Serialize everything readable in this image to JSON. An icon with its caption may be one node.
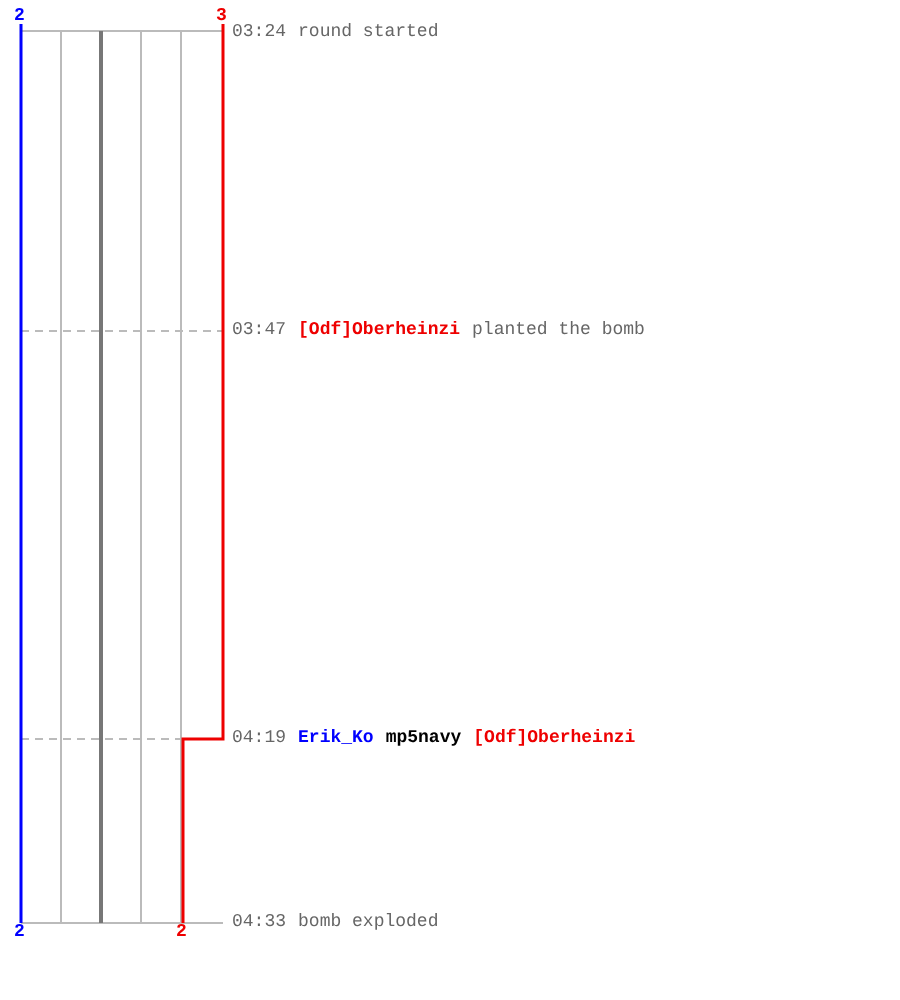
{
  "diagram": {
    "labels": [
      "2",
      "3",
      "03:24",
      "round started",
      "03:47",
      "[Odf]Oberheinzi",
      "planted the bomb",
      "04:19",
      "Erik_Ko",
      "mp5navy",
      "[Odf]Oberheinzi",
      "04:33",
      "bomb exploded",
      "2",
      "2"
    ]
  }
}
